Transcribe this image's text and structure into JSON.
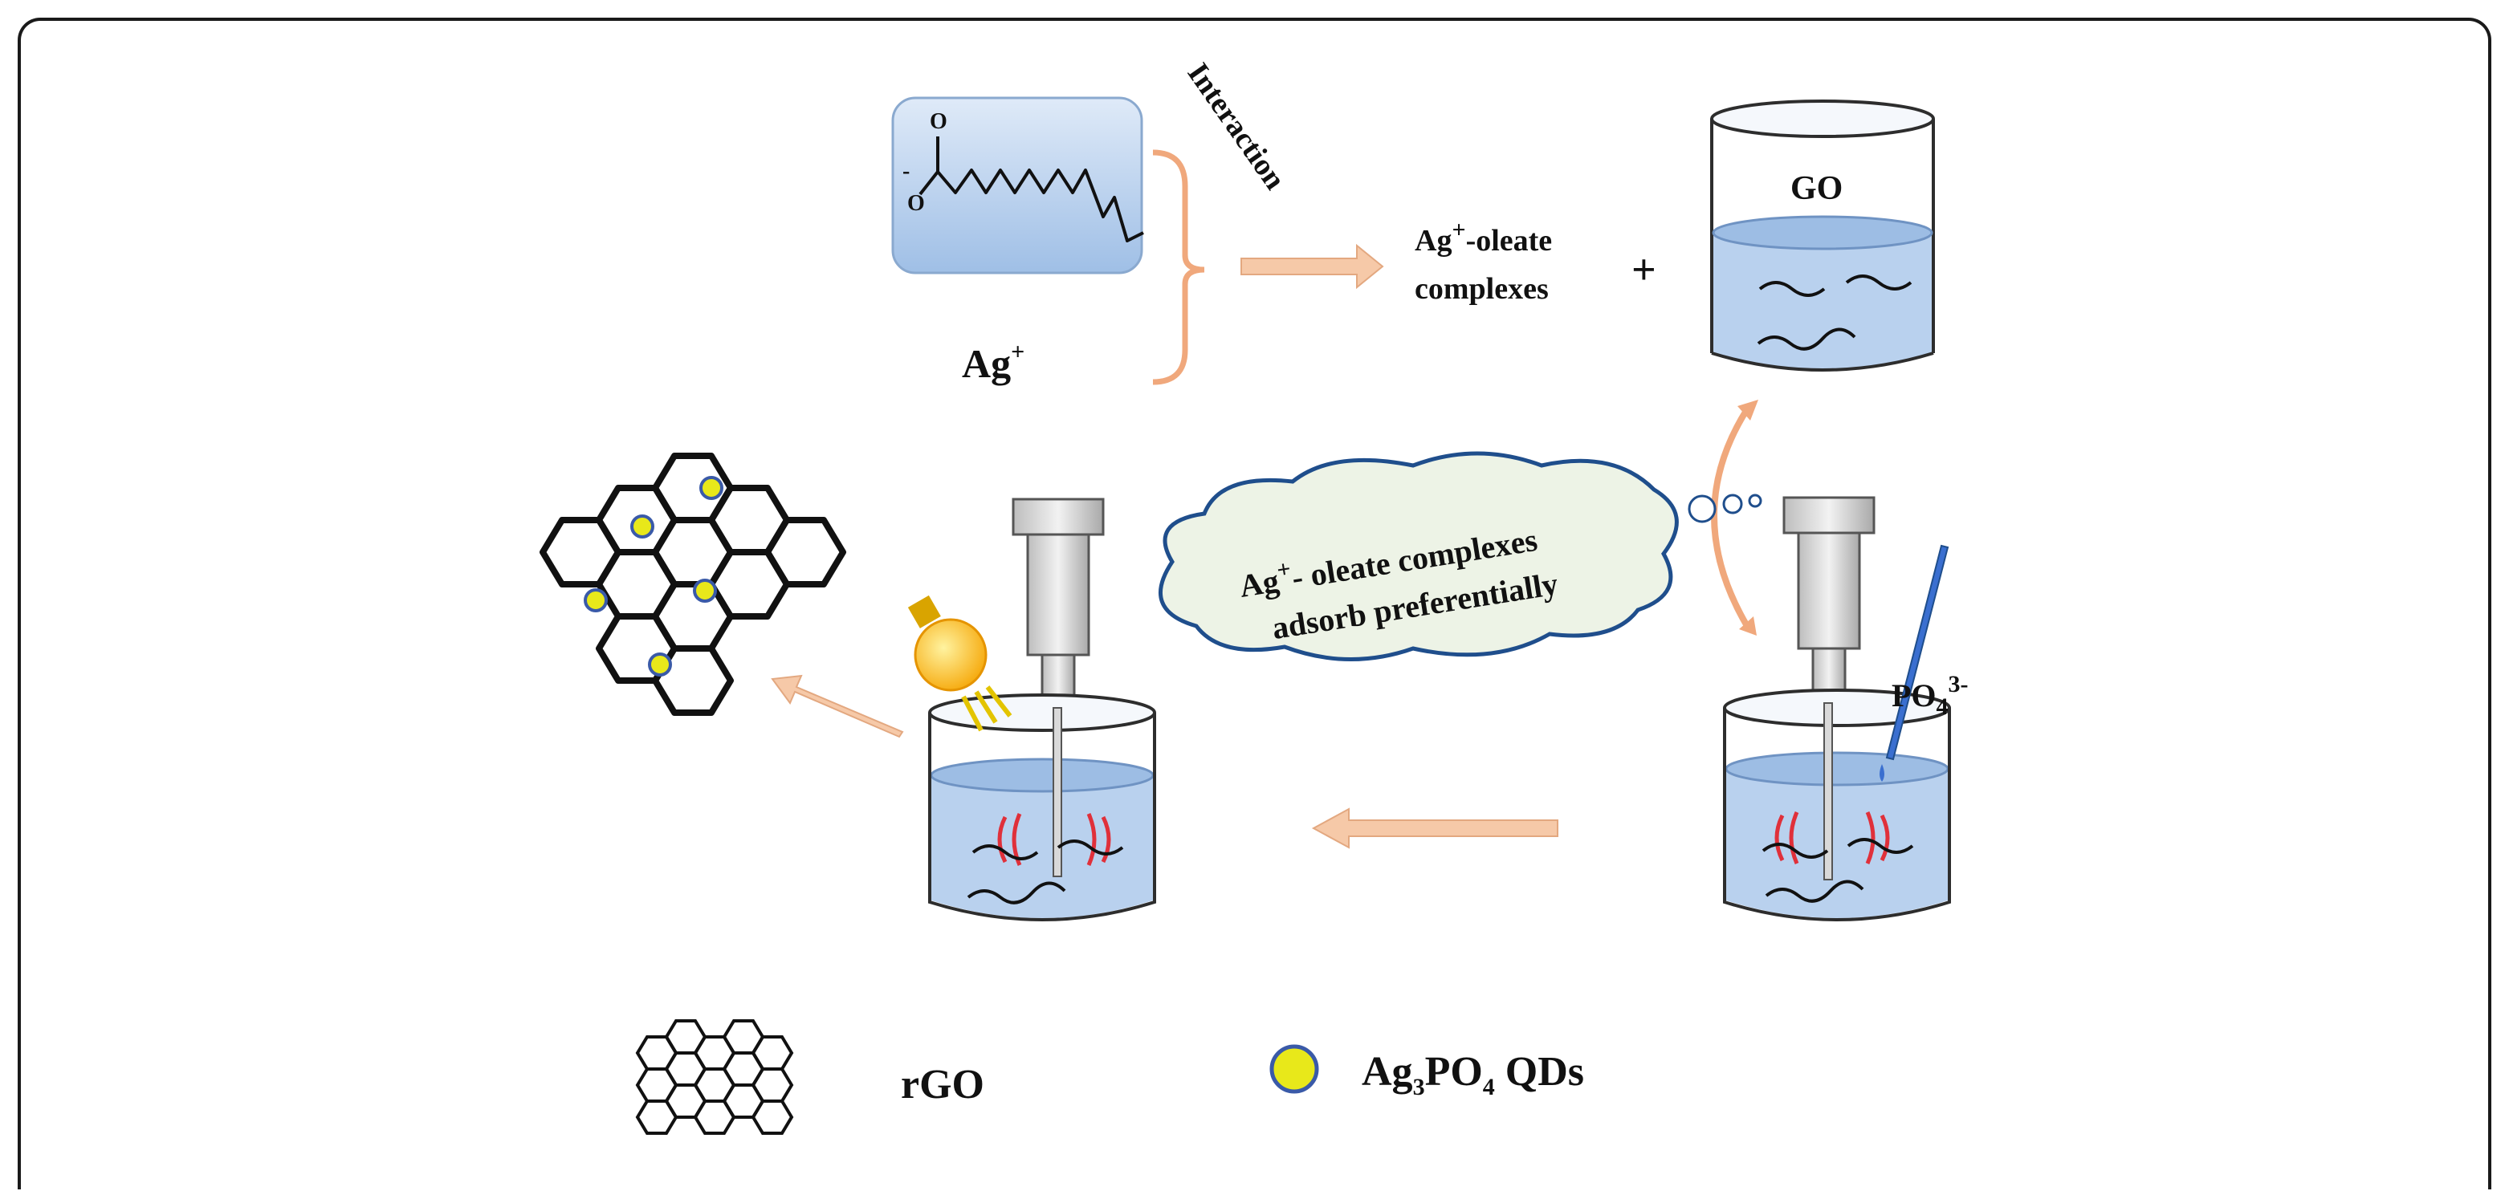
{
  "labels": {
    "interaction": "Interaction",
    "ag_ion": "Ag",
    "ag_ion_sup": "+",
    "go": "GO",
    "plus": "+",
    "complex_line1_a": "Ag",
    "complex_line1_sup": "+",
    "complex_line1_b": "-oleate",
    "complex_line2": "complexes",
    "cloud_line1_a": "Ag",
    "cloud_line1_sup": "+",
    "cloud_line1_b": "- oleate complexes",
    "cloud_line2": "adsorb preferentially",
    "po4": "PO",
    "po4_sub": "4",
    "po4_sup": "3-",
    "oleate_o_top": "O",
    "oleate_o_bottom": "O",
    "oleate_minus": "-"
  },
  "legend": {
    "rgo_label": "rGO",
    "qd_label_a": "Ag",
    "qd_label_sub1": "3",
    "qd_label_b": "PO",
    "qd_label_sub2": "4",
    "qd_label_c": " QDs"
  },
  "colors": {
    "liquid": "#b9d1ee",
    "liquid_dark": "#7fa3cf",
    "arrow": "#f6c9a8",
    "bracket": "#f0a87c",
    "cloud_fill": "#edf3e6",
    "cloud_stroke": "#1f4e8c",
    "qd": "#e8e81a",
    "qd_stroke": "#3a5aa8",
    "sonic": "#e0303a"
  }
}
